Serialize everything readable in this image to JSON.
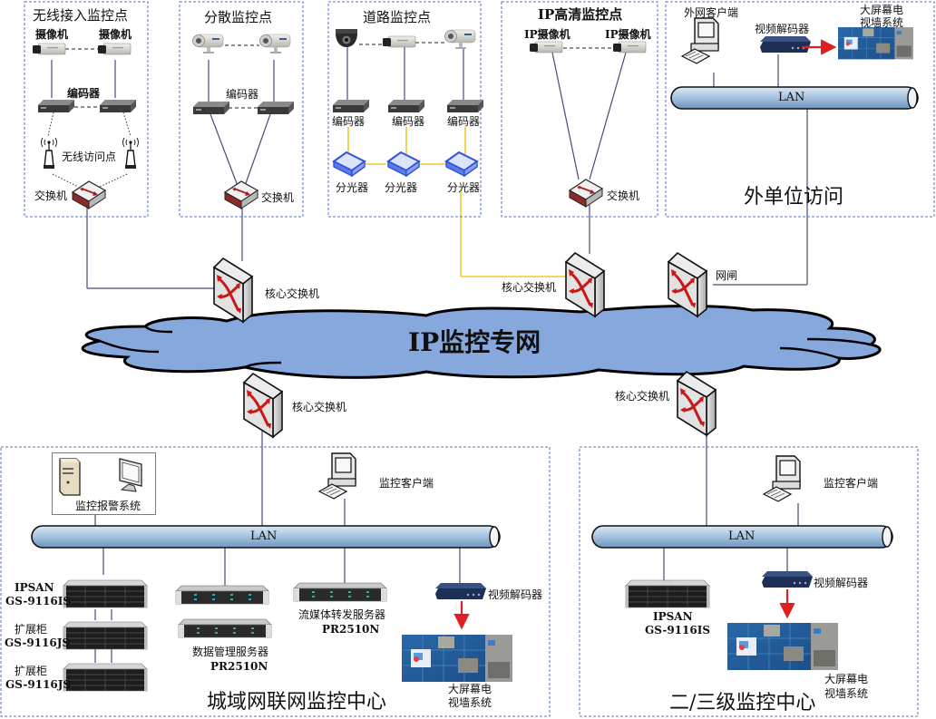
{
  "title": "IP监控专网",
  "colors": {
    "zone_border": "#5a72c8",
    "cloud_fill": "#86a8dc",
    "lan_fill": "#a9c6e2",
    "link_line": "#4a4a78",
    "fiber_line": "#f2c82e",
    "arrow_red": "#e02020",
    "alarm_box_border": "#d040c8"
  },
  "zones": {
    "wireless": {
      "title": "无线接入监控点",
      "camera_label": "摄像机",
      "encoder_label": "编码器",
      "ap_label": "无线访问点",
      "switch_label": "交换机"
    },
    "distributed": {
      "title": "分散监控点",
      "encoder_label": "编码器",
      "switch_label": "交换机"
    },
    "road": {
      "title": "道路监控点",
      "encoder_label": "编码器",
      "splitter_label": "分光器"
    },
    "hd_ip": {
      "title": "IP高清监控点",
      "camera_label": "IP摄像机",
      "switch_label": "交换机"
    },
    "external": {
      "title": "外单位访问",
      "client_label": "外网客户端",
      "decoder_label": "视频解码器",
      "videowall_label_1": "大屏幕电",
      "videowall_label_2": "视墙系统",
      "lan_label": "LAN"
    },
    "city": {
      "title": "城域网联网监控中心",
      "alarm_label": "监控报警系统",
      "client_label": "监控客户端",
      "lan_label": "LAN",
      "ipsan_1": "IPSAN",
      "ipsan_2": "GS-9116IS",
      "ext1_1": "扩展柜",
      "ext1_2": "GS-9116JS",
      "ext2_1": "扩展柜",
      "ext2_2": "GS-9116JS",
      "dms_1": "数据管理服务器",
      "dms_2": "PR2510N",
      "stream_1": "流媒体转发服务器",
      "stream_2": "PR2510N",
      "decoder_label": "视频解码器",
      "videowall_label_1": "大屏幕电",
      "videowall_label_2": "视墙系统"
    },
    "level23": {
      "title": "二/三级监控中心",
      "client_label": "监控客户端",
      "lan_label": "LAN",
      "ipsan_1": "IPSAN",
      "ipsan_2": "GS-9116IS",
      "decoder_label": "视频解码器",
      "videowall_label_1": "大屏幕电",
      "videowall_label_2": "视墙系统"
    }
  },
  "core": {
    "core_switch_label": "核心交换机",
    "gateway_label": "网闸"
  }
}
